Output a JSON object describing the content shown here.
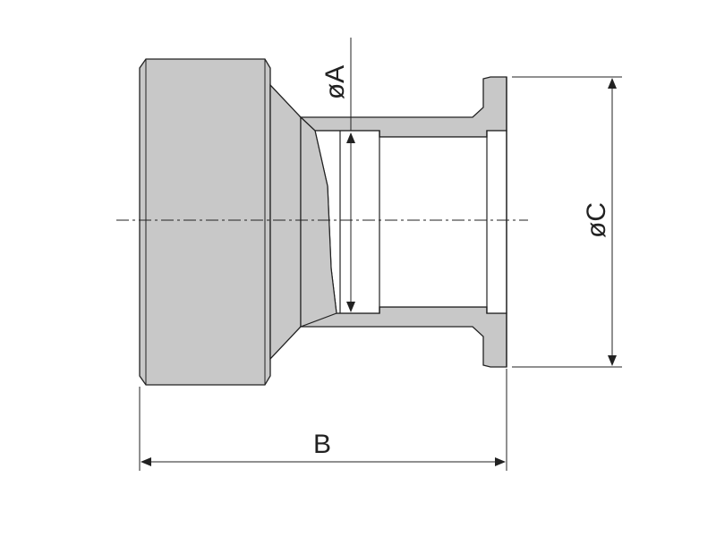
{
  "diagram": {
    "labels": {
      "dia_a": "øA",
      "length_b": "B",
      "dia_c": "øC"
    },
    "colors": {
      "line": "#222222",
      "body_fill": "#c8c8c8",
      "bore_fill": "#ffffff",
      "background": "#ffffff"
    }
  }
}
